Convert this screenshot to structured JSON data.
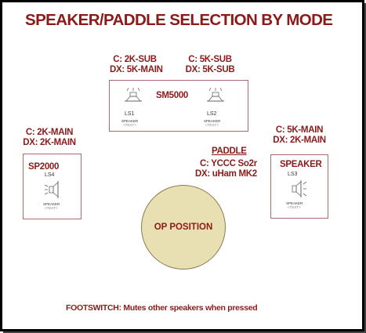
{
  "title": "SPEAKER/PADDLE SELECTION BY MODE",
  "sm5000": {
    "label": "SM5000",
    "left_c": "C: 2K-SUB",
    "left_dx": "DX: 5K-MAIN",
    "right_c": "C: 5K-SUB",
    "right_dx": "DX: 5K-SUB",
    "ls1": {
      "ref": "LS1",
      "value": "SPEAKER",
      "text": "<TEXT>"
    },
    "ls2": {
      "ref": "LS2",
      "value": "SPEAKER",
      "text": "<TEXT>"
    }
  },
  "sp2000": {
    "label": "SP2000",
    "c": "C: 2K-MAIN",
    "dx": "DX: 2K-MAIN",
    "ls4": {
      "ref": "LS4",
      "value": "SPEAKER",
      "text": "<TEXT>"
    }
  },
  "speaker": {
    "label": "SPEAKER",
    "c": "C: 5K-MAIN",
    "dx": "DX: 2K-MAIN",
    "ls3": {
      "ref": "LS3",
      "value": "SPEAKER",
      "text": "<TEXT>"
    }
  },
  "paddle": {
    "label": "PADDLE",
    "c": "C: YCCC So2r",
    "dx": "DX:  uHam MK2"
  },
  "op_position": "OP POSITION",
  "footswitch": "FOOTSWITCH:  Mutes other speakers when pressed",
  "colors": {
    "text": "#8b1a1a",
    "circle_fill": "#e8e0b3",
    "box_border": "#a86b6b"
  }
}
